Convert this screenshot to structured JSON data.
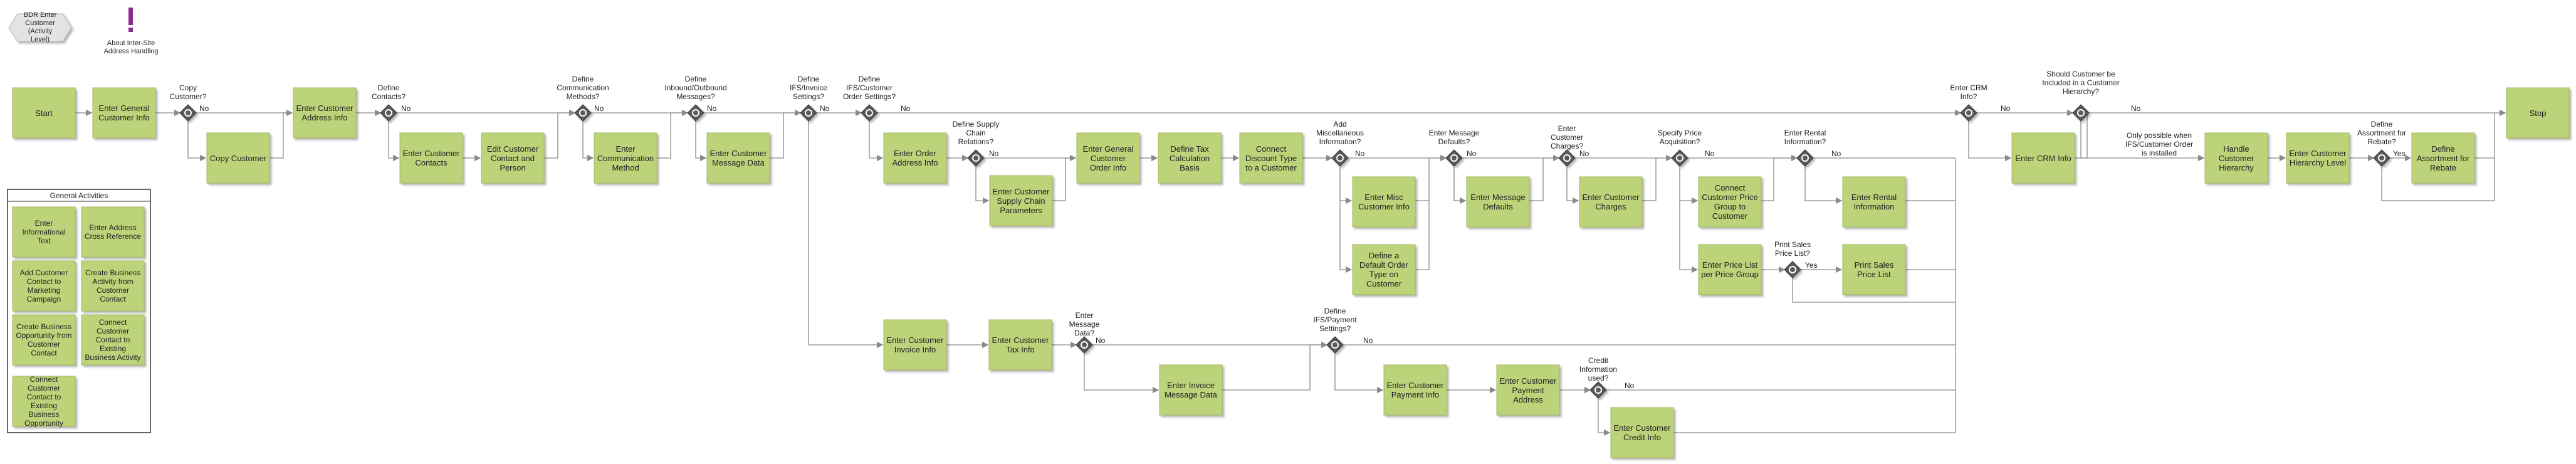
{
  "title_shape": "BDR Enter Customer (Activity Level)",
  "note_label": "About Inter-Site Address Handling",
  "general_activities": {
    "title": "General Activities",
    "items": [
      "Enter Informational Text",
      "Enter Address Cross Reference",
      "Add Customer Contact to Marketing Campaign",
      "Create Business Activity from Customer Contact",
      "Create Business Opportunity from Customer Contact",
      "Connect Customer Contact to Existing Business Activity",
      "Connect Customer Contact to Existing Business Opportunity"
    ]
  },
  "tasks": {
    "start": "Start",
    "general_info": "Enter General Customer Info",
    "copy_customer": "Copy Customer",
    "address_info": "Enter Customer Address Info",
    "contacts": "Enter Customer Contacts",
    "edit_contact": "Edit Customer Contact and Person",
    "comm_method": "Enter Communication Method",
    "message_data": "Enter Customer Message Data",
    "order_address": "Enter Order Address Info",
    "supply_chain": "Enter Customer Supply Chain Parameters",
    "general_order": "Enter General Customer Order Info",
    "tax_calc": "Define Tax Calculation Basis",
    "discount": "Connect Discount Type to a Customer",
    "misc_info": "Enter Misc Customer Info",
    "order_type": "Define a Default Order Type on Customer",
    "message_defaults": "Enter Message Defaults",
    "charges": "Enter Customer Charges",
    "price_group": "Connect Customer Price Group to Customer",
    "price_list": "Enter Price List per Price Group",
    "print_price": "Print Sales Price List",
    "rental": "Enter Rental Information",
    "crm": "Enter CRM Info",
    "hierarchy": "Handle Customer Hierarchy",
    "hierarchy_level": "Enter Customer Hierarchy Level",
    "rebate": "Define Assortment for Rebate",
    "stop": "Stop",
    "invoice_info": "Enter Customer Invoice Info",
    "tax_info": "Enter Customer Tax Info",
    "invoice_msg": "Enter Invoice Message Data",
    "payment_info": "Enter Customer Payment Info",
    "payment_address": "Enter Customer Payment Address",
    "credit_info": "Enter Customer Credit Info"
  },
  "gateways": {
    "copy": "Copy Customer?",
    "contacts": "Define Contacts?",
    "comm": "Define Communication Methods?",
    "inbound": "Define Inbound/Outbound Messages?",
    "ifs_invoice": "Define IFS/Invoice Settings?",
    "ifs_order": "Define IFS/Customer Order Settings?",
    "supply": "Define Supply Chain Relations?",
    "misc": "Add Miscellaneous Information?",
    "msg_defaults": "Enter Message Defaults?",
    "charges": "Enter Customer Charges?",
    "price": "Specify Price Acquisition?",
    "print": "Print Sales Price List?",
    "rental": "Enter Rental Information?",
    "crm": "Enter CRM Info?",
    "hierarchy": "Should Customer be Included in a Customer Hierarchy?",
    "rebate": "Define Assortment for Rebate?",
    "msg_data": "Enter Message Data?",
    "payment": "Define IFS/Payment Settings?",
    "credit": "Credit Information used?"
  },
  "flow_labels": {
    "no": "No",
    "yes": "Yes",
    "only_possible": "Only possible when IFS/Customer Order is installed"
  },
  "colors": {
    "task_fill": "#bcd37a",
    "task_stroke": "#a2ba60",
    "gateway_fill": "#5a5a5a",
    "line": "#8a8a8a",
    "note_icon": "#8a2a8a"
  }
}
